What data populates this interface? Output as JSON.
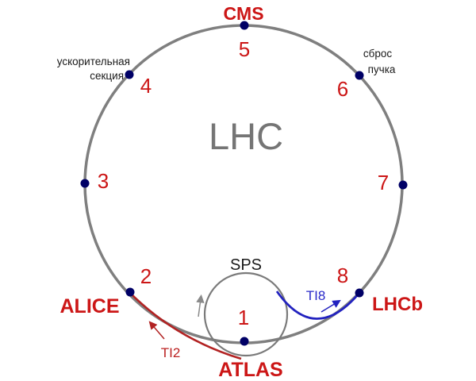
{
  "diagram": {
    "title": "LHC",
    "sps_label": "SPS",
    "points": [
      {
        "number": "1",
        "experiment": "ATLAS"
      },
      {
        "number": "2",
        "experiment": "ALICE"
      },
      {
        "number": "3"
      },
      {
        "number": "4",
        "note_lines": [
          "ускорительная",
          "секция"
        ]
      },
      {
        "number": "5",
        "experiment": "CMS"
      },
      {
        "number": "6",
        "note_lines": [
          "сброс",
          "пучка"
        ]
      },
      {
        "number": "7"
      },
      {
        "number": "8",
        "experiment": "LHCb"
      }
    ],
    "transfer_lines": {
      "ti2": {
        "label": "TI2"
      },
      "ti8": {
        "label": "TI8"
      }
    },
    "colors": {
      "ring_gray": "#7f7f7f",
      "title_gray": "#757575",
      "label_red": "#cc1616",
      "ti2_line_red": "#b22222",
      "ti8_line_blue": "#2222bf",
      "dot_navy": "#000066",
      "note_black": "#1a1a1a"
    }
  }
}
